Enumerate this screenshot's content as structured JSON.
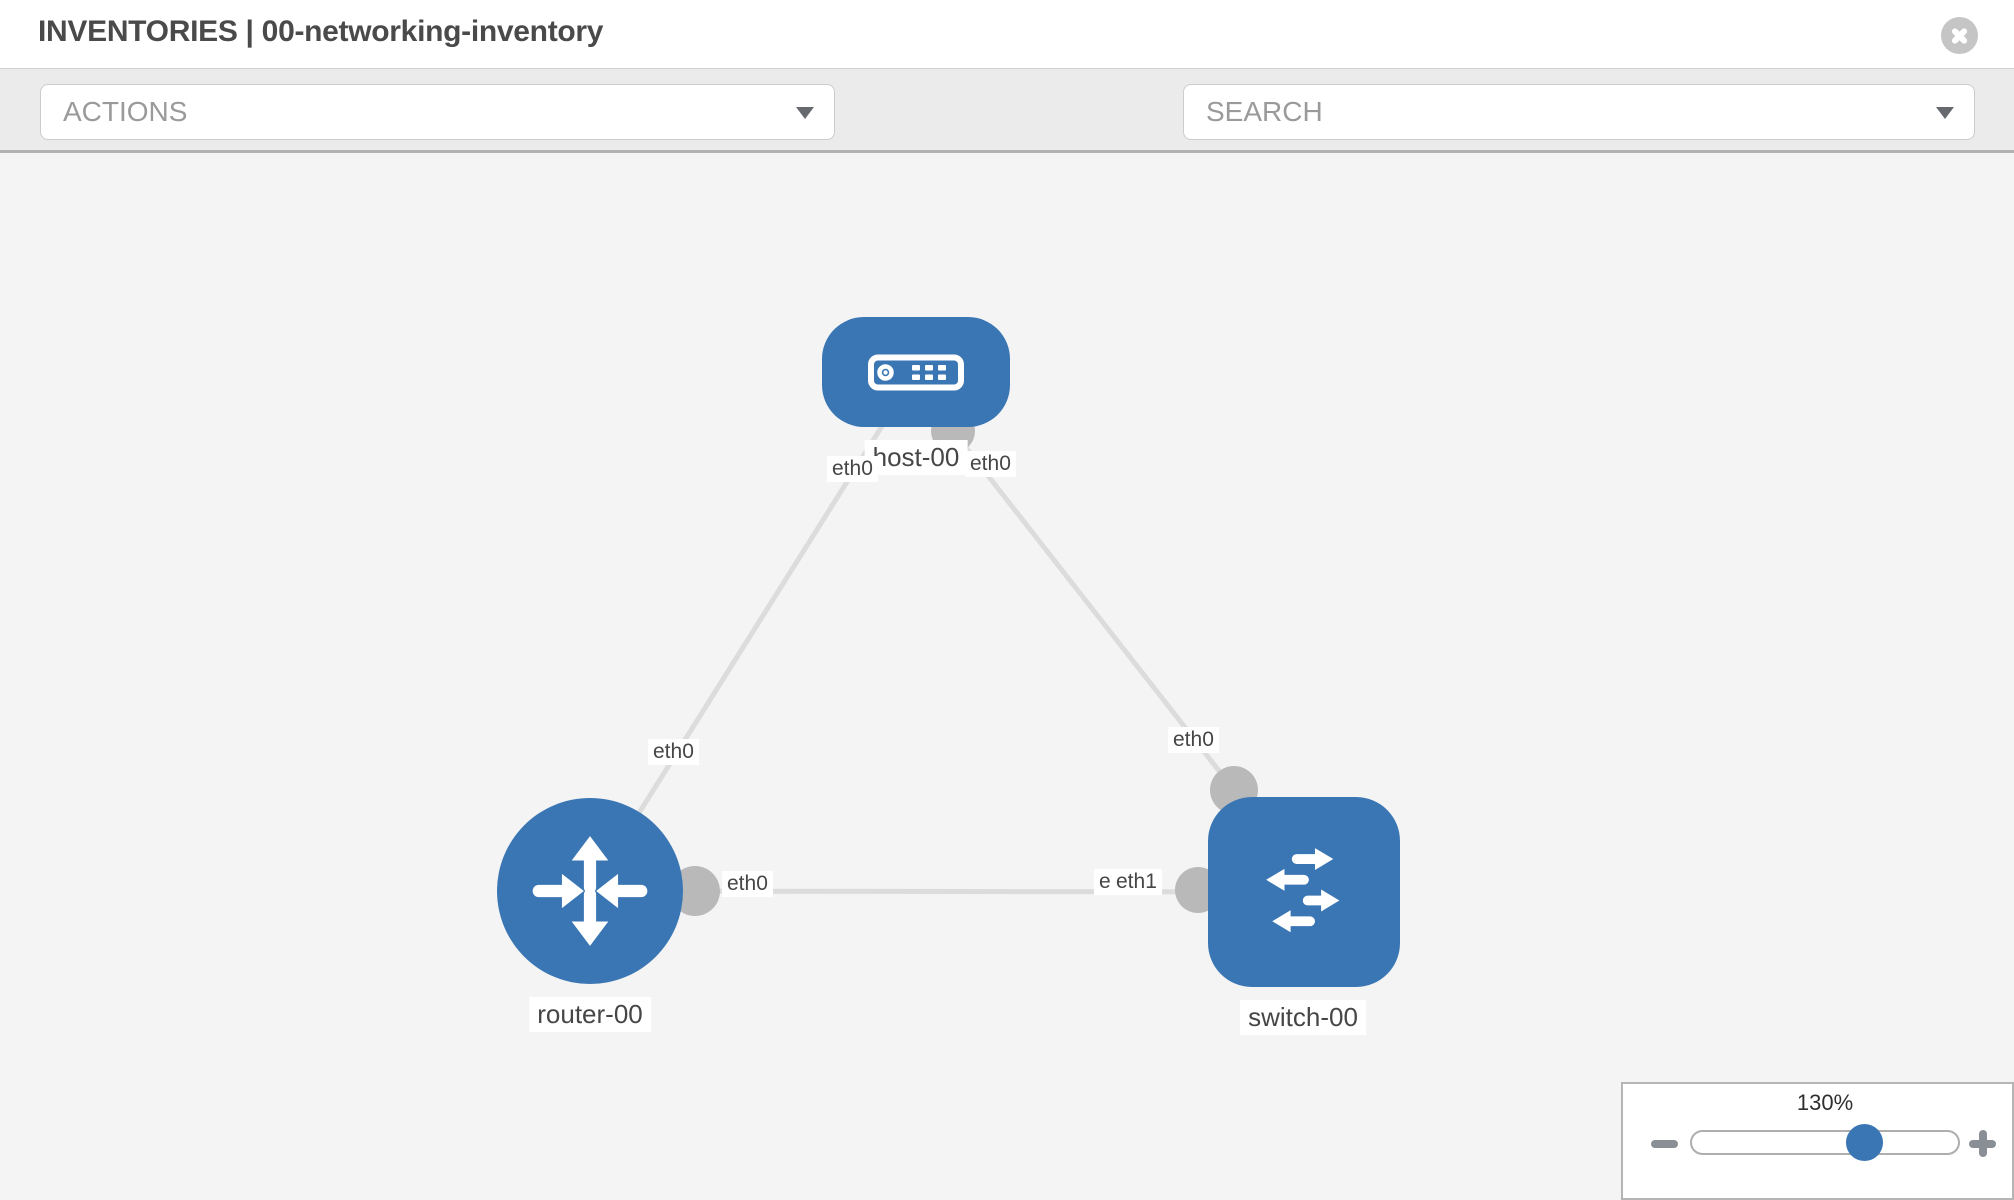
{
  "header": {
    "title": "INVENTORIES | 00-networking-inventory"
  },
  "toolbar": {
    "actions_label": "ACTIONS",
    "search_label": "SEARCH"
  },
  "icons": {
    "close": "close-icon",
    "wrench": "wrench-icon",
    "key": "key-icon",
    "actions_caret": "chevron-down-icon",
    "search_caret": "chevron-down-icon",
    "zoom_out": "minus-icon",
    "zoom_in": "plus-icon",
    "host": "host-device-icon",
    "router": "router-arrows-icon",
    "switch": "switch-arrows-icon"
  },
  "colors": {
    "node_blue": "#3b76b4",
    "link_gray": "#dcdcdc",
    "connector_gray": "#b9b9b9",
    "toolbar_bg": "#ebebeb",
    "canvas_bg": "#f4f4f4"
  },
  "topology": {
    "nodes": [
      {
        "id": "host-00",
        "type": "host",
        "label": "host-00"
      },
      {
        "id": "router-00",
        "type": "router",
        "label": "router-00"
      },
      {
        "id": "switch-00",
        "type": "switch",
        "label": "switch-00"
      }
    ],
    "interfaces": {
      "host_left": "eth0",
      "host_right": "eth0",
      "router_top": "eth0",
      "router_right": "eth0",
      "switch_top": "eth0",
      "switch_left_back": "eth0",
      "switch_left_front": "eth1"
    }
  },
  "zoom_control": {
    "level": "130%"
  }
}
